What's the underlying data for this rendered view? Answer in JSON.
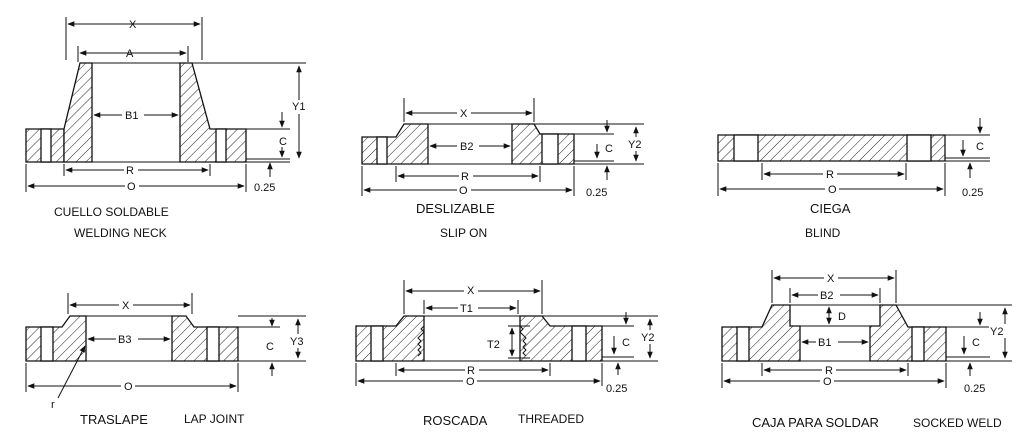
{
  "welding_neck": {
    "caption_es": "CUELLO SOLDABLE",
    "caption_en": "WELDING NECK",
    "dims": {
      "x": "X",
      "a": "A",
      "b1": "B1",
      "y1": "Y1",
      "c": "C",
      "r": "R",
      "o": "O",
      "t": "0.25"
    }
  },
  "slip_on": {
    "caption_es": "DESLIZABLE",
    "caption_en": "SLIP ON",
    "dims": {
      "x": "X",
      "b2": "B2",
      "y2": "Y2",
      "c": "C",
      "r": "R",
      "o": "O",
      "t": "0.25"
    }
  },
  "blind": {
    "caption_es": "CIEGA",
    "caption_en": "BLIND",
    "dims": {
      "c": "C",
      "r": "R",
      "o": "O",
      "t": "0.25"
    }
  },
  "lap_joint": {
    "caption_es": "TRASLAPE",
    "caption_en": "LAP JOINT",
    "dims": {
      "x": "X",
      "b3": "B3",
      "c": "C",
      "y3": "Y3",
      "o": "O",
      "r": "r"
    }
  },
  "threaded": {
    "caption_es": "ROSCADA",
    "caption_en": "THREADED",
    "dims": {
      "x": "X",
      "t1": "T1",
      "t2": "T2",
      "c": "C",
      "y2": "Y2",
      "r": "R",
      "o": "O",
      "t": "0.25"
    }
  },
  "socket_weld": {
    "caption_es": "CAJA PARA SOLDAR",
    "caption_en": "SOCKED WELD",
    "dims": {
      "x": "X",
      "b2": "B2",
      "d": "D",
      "b1": "B1",
      "y2": "Y2",
      "c": "C",
      "r": "R",
      "o": "O",
      "t": "0.25"
    }
  }
}
